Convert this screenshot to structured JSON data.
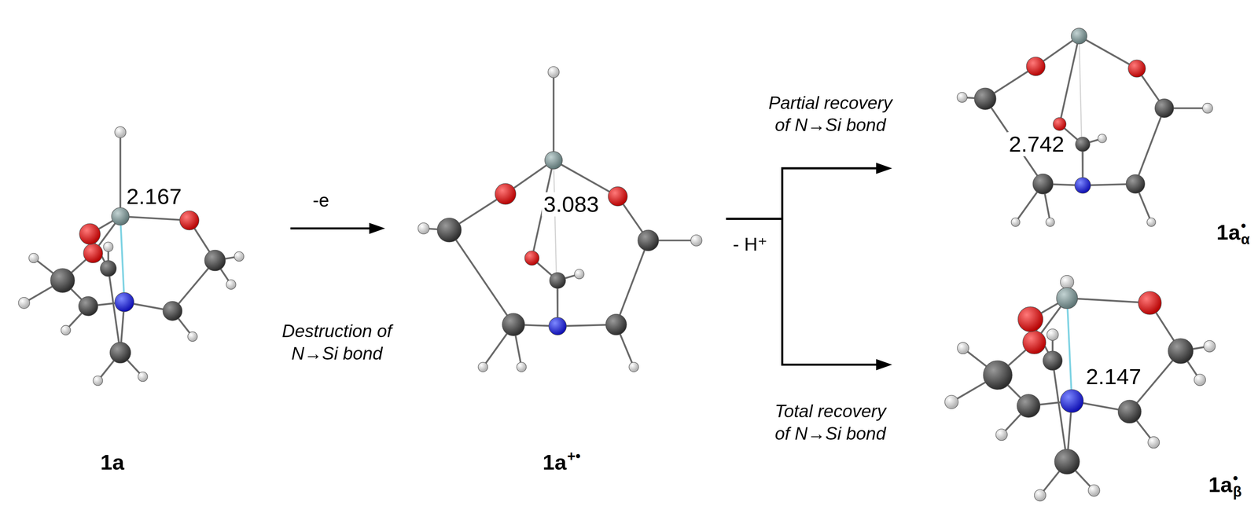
{
  "diagram": {
    "nodes": [
      {
        "text": [
          "2.167",
          "1a"
        ]
      },
      {
        "text": [
          "3.083",
          "1a",
          "+•"
        ]
      },
      {
        "text": [
          "2.742",
          "1a",
          "•",
          "α"
        ]
      },
      {
        "text": [
          "2.147",
          "1a",
          "•",
          "β"
        ]
      }
    ],
    "edges": [
      {
        "from": 0,
        "to": 1,
        "arrow": "to",
        "label": "-e"
      },
      {
        "from": 1,
        "to": 2,
        "arrow": "to"
      },
      {
        "from": 1,
        "to": 3,
        "arrow": "to"
      }
    ],
    "labels": [
      "Destruction of N→Si bond",
      "- H⁺",
      "Partial recovery of N→Si bond",
      "Total recovery of N→Si bond"
    ]
  }
}
